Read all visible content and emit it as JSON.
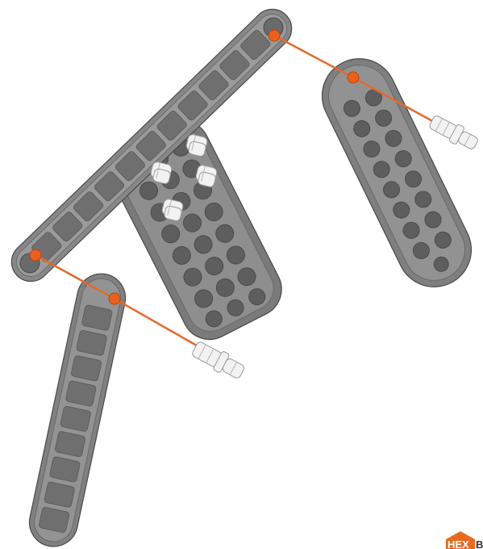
{
  "diagram": {
    "colors": {
      "beam_fill": "#8a8a8a",
      "beam_edge": "#4a4a4a",
      "cell_fill": "#6f6f6f",
      "connector_line": "#e36a2b",
      "hole_marker": "#e8601c",
      "pin_fill": "#f2f2f2"
    },
    "parts": [
      {
        "name": "long-beam",
        "kind": "beam"
      },
      {
        "name": "upper-right-beam",
        "kind": "beam"
      },
      {
        "name": "lower-left-beam",
        "kind": "beam"
      },
      {
        "name": "center-plate",
        "kind": "plate"
      },
      {
        "name": "pin-right",
        "kind": "connector-pin"
      },
      {
        "name": "pin-lower",
        "kind": "connector-pin"
      },
      {
        "name": "plate-pin-1",
        "kind": "connector-pin"
      },
      {
        "name": "plate-pin-2",
        "kind": "connector-pin"
      },
      {
        "name": "plate-pin-3",
        "kind": "connector-pin"
      },
      {
        "name": "plate-pin-4",
        "kind": "connector-pin"
      }
    ]
  },
  "logo": {
    "text": "HEX",
    "trailing_text": "B",
    "color": "#e86a1f",
    "icon": "house-logo-icon"
  }
}
